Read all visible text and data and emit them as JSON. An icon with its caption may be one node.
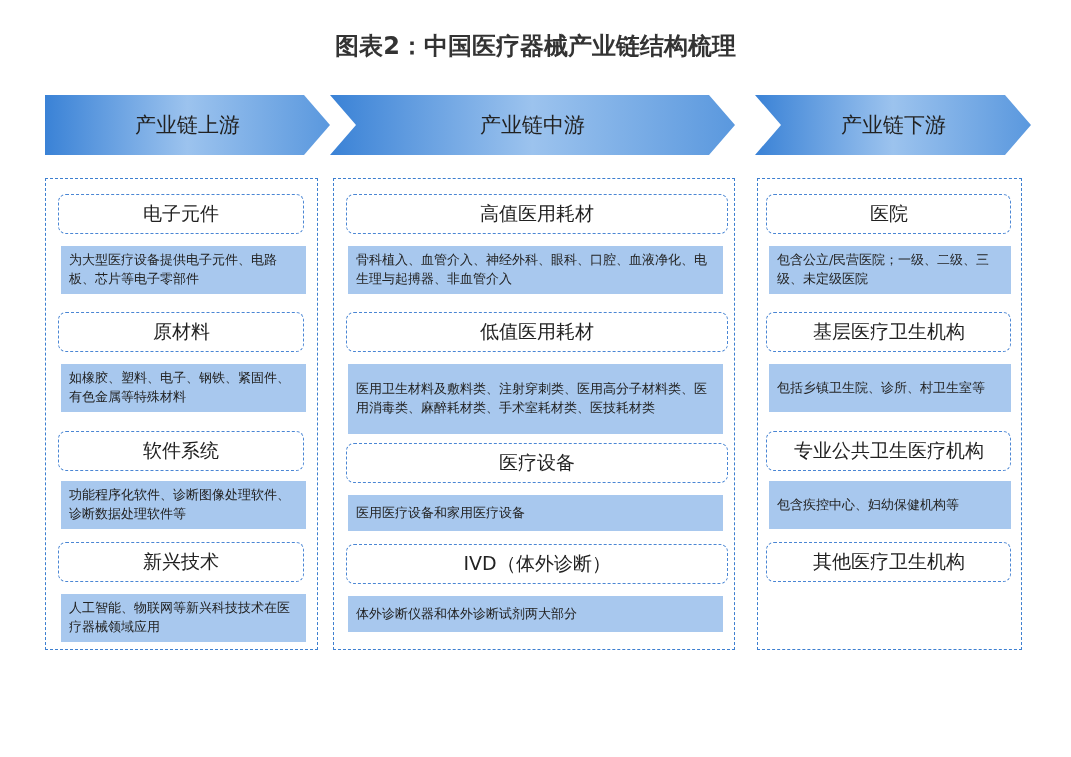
{
  "diagram": {
    "title": "图表2：中国医疗器械产业链结构梳理",
    "nodes": [
      {
        "text": [
          "产业链上游"
        ]
      },
      {
        "text": [],
        "shape": "box"
      },
      {
        "text": [
          "电子元件"
        ],
        "in": 1
      },
      {
        "text": [
          "为大型医疗设备提供电子元件、电路板、芯片等电子零部件"
        ],
        "in": 1
      },
      {
        "text": [
          "原材料"
        ],
        "in": 1
      },
      {
        "text": [
          "如橡胶、塑料、电子、钢铁、紧固件、有色金属等特殊材料"
        ],
        "in": 1
      },
      {
        "text": [
          "软件系统"
        ],
        "in": 1
      },
      {
        "text": [
          "功能程序化软件、诊断图像处理软件、诊断数据处理软件等"
        ],
        "in": 1
      },
      {
        "text": [
          "新兴技术"
        ],
        "in": 1
      },
      {
        "text": [
          "人工智能、物联网等新兴科技技术在医疗器械领域应用"
        ],
        "in": 1
      },
      {
        "text": [
          "产业链中游"
        ]
      },
      {
        "text": [],
        "shape": "box"
      },
      {
        "text": [
          "高值医用耗材"
        ],
        "in": 11
      },
      {
        "text": [
          "骨科植入、血管介入、神经外科、眼科、口腔、血液净化、电生理与起搏器、非血管介入"
        ],
        "in": 11
      },
      {
        "text": [
          "低值医用耗材"
        ],
        "in": 11
      },
      {
        "text": [
          "医用卫生材料及敷料类、注射穿刺类、医用高分子材料类、医用消毒类、麻醉耗材类、手术室耗材类、医技耗材类"
        ],
        "in": 11
      },
      {
        "text": [
          "医疗设备"
        ],
        "in": 11
      },
      {
        "text": [
          "医用医疗设备和家用医疗设备"
        ],
        "in": 11
      },
      {
        "text": [
          "IVD（体外诊断）"
        ],
        "in": 11
      },
      {
        "text": [
          "体外诊断仪器和体外诊断试剂两大部分"
        ],
        "in": 11
      },
      {
        "text": [
          "产业链下游"
        ]
      },
      {
        "text": [],
        "shape": "box"
      },
      {
        "text": [
          "医院"
        ],
        "in": 21
      },
      {
        "text": [
          "包含公立/民营医院；一级、二级、三级、未定级医院"
        ],
        "in": 21
      },
      {
        "text": [
          "基层医疗卫生机构"
        ],
        "in": 21
      },
      {
        "text": [
          "包括乡镇卫生院、诊所、村卫生室等"
        ],
        "in": 21
      },
      {
        "text": [
          "专业公共卫生医疗机构"
        ],
        "in": 21
      },
      {
        "text": [
          "包含疾控中心、妇幼保健机构等"
        ],
        "in": 21
      },
      {
        "text": [
          "其他医疗卫生机构"
        ],
        "in": 21
      }
    ],
    "edges": []
  }
}
